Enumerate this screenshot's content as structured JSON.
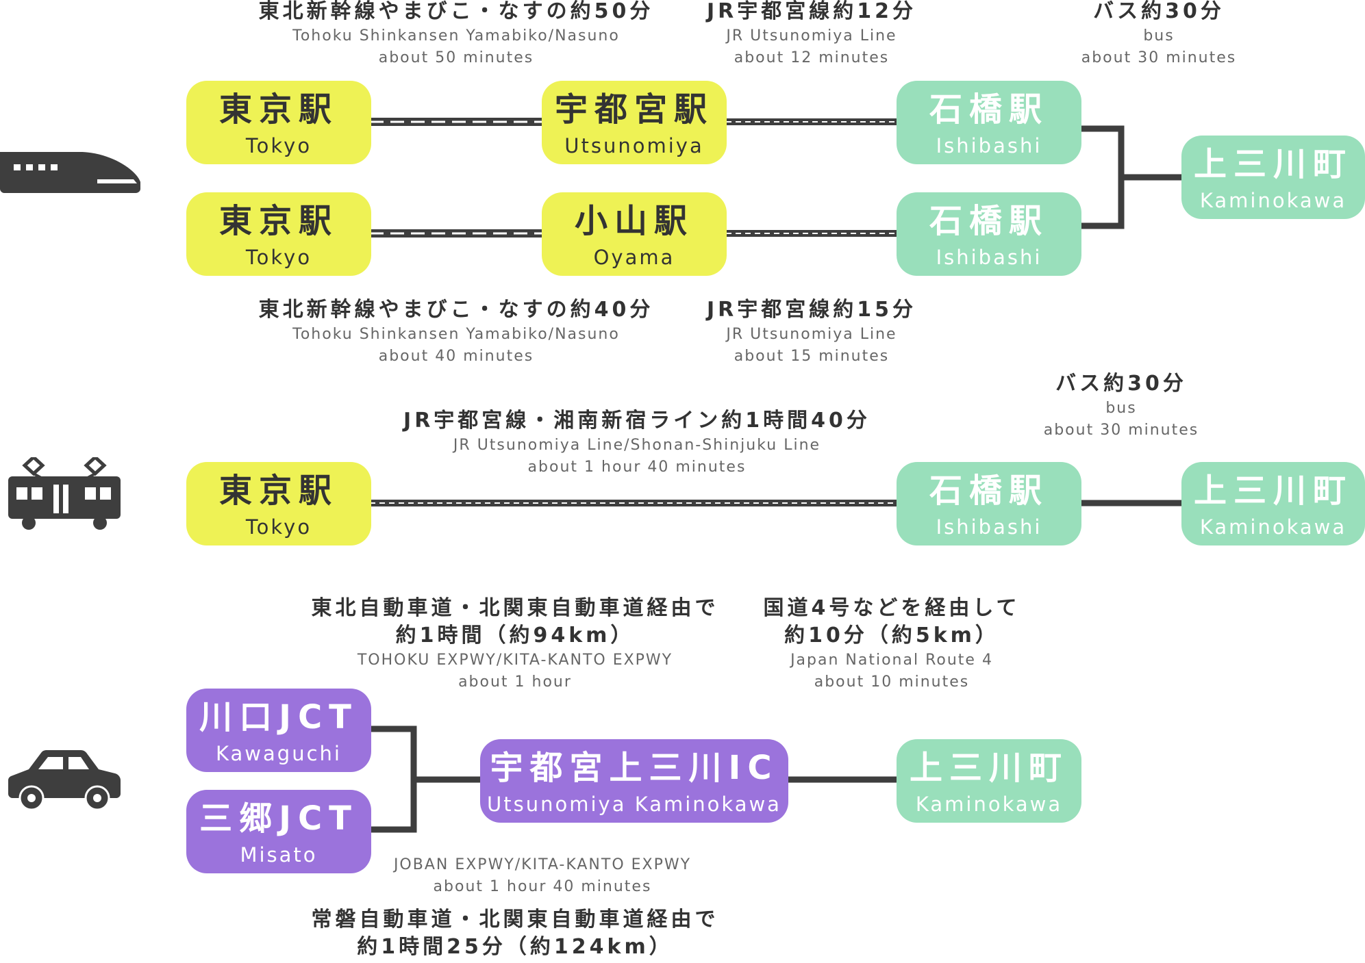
{
  "colors": {
    "start_station": "#eef255",
    "destination": "#99dfbb",
    "junction": "#9b73dc",
    "line": "#3e3e3e",
    "icon": "#3e3e3e"
  },
  "icons": {
    "shinkansen": "bullet-train-icon",
    "local_train": "train-icon",
    "car": "car-icon"
  },
  "shinkansen": {
    "route_a": {
      "stations": [
        {
          "jp": "東京駅",
          "en": "Tokyo"
        },
        {
          "jp": "宇都宮駅",
          "en": "Utsunomiya"
        },
        {
          "jp": "石橋駅",
          "en": "Ishibashi"
        }
      ],
      "legs": [
        {
          "jp": "東北新幹線やまびこ・なすの約50分",
          "en": "Tohoku Shinkansen Yamabiko/Nasuno",
          "en2": "about 50 minutes"
        },
        {
          "jp": "JR宇都宮線約12分",
          "en": "JR Utsunomiya Line",
          "en2": "about 12 minutes"
        }
      ]
    },
    "route_b": {
      "stations": [
        {
          "jp": "東京駅",
          "en": "Tokyo"
        },
        {
          "jp": "小山駅",
          "en": "Oyama"
        },
        {
          "jp": "石橋駅",
          "en": "Ishibashi"
        }
      ],
      "legs": [
        {
          "jp": "東北新幹線やまびこ・なすの約40分",
          "en": "Tohoku Shinkansen Yamabiko/Nasuno",
          "en2": "about 40 minutes"
        },
        {
          "jp": "JR宇都宮線約15分",
          "en": "JR Utsunomiya Line",
          "en2": "about 15 minutes"
        }
      ]
    },
    "bus": {
      "jp": "バス約30分",
      "en": "bus",
      "en2": "about 30 minutes"
    },
    "destination": {
      "jp": "上三川町",
      "en": "Kaminokawa"
    }
  },
  "local_train": {
    "stations": [
      {
        "jp": "東京駅",
        "en": "Tokyo"
      },
      {
        "jp": "石橋駅",
        "en": "Ishibashi"
      },
      {
        "jp": "上三川町",
        "en": "Kaminokawa"
      }
    ],
    "leg": {
      "jp": "JR宇都宮線・湘南新宿ライン約1時間40分",
      "en": "JR Utsunomiya Line/Shonan-Shinjuku Line",
      "en2": "about 1 hour 40 minutes"
    },
    "bus": {
      "jp": "バス約30分",
      "en": "bus",
      "en2": "about 30 minutes"
    }
  },
  "car": {
    "junctions": [
      {
        "jp": "川口JCT",
        "en": "Kawaguchi"
      },
      {
        "jp": "三郷JCT",
        "en": "Misato"
      }
    ],
    "interchange": {
      "jp": "宇都宮上三川IC",
      "en": "Utsunomiya Kaminokawa"
    },
    "destination": {
      "jp": "上三川町",
      "en": "Kaminokawa"
    },
    "route_kawaguchi": {
      "jp1": "東北自動車道・北関東自動車道経由で",
      "jp2": "約1時間（約94km）",
      "en": "TOHOKU EXPWY/KITA-KANTO EXPWY",
      "en2": "about 1 hour"
    },
    "route_misato": {
      "jp1": "常磐自動車道・北関東自動車道経由で",
      "jp2": "約1時間25分（約124km）",
      "en": "JOBAN EXPWY/KITA-KANTO EXPWY",
      "en2": "about 1 hour 40 minutes"
    },
    "route_national": {
      "jp1": "国道4号などを経由して",
      "jp2": "約10分（約5km）",
      "en": "Japan National Route 4",
      "en2": "about 10 minutes"
    }
  }
}
